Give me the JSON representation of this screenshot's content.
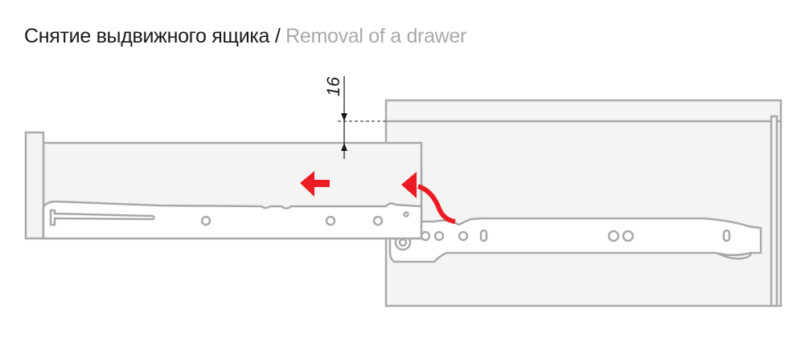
{
  "title": {
    "russian": "Снятие выдвижного ящика",
    "separator": " / ",
    "english": "Removal of a drawer"
  },
  "dimension": {
    "label": "16"
  },
  "colors": {
    "outline": "#a7a9ac",
    "panel_fill": "#f4f4f4",
    "arrow": "#ed1c24",
    "dimension": "#1a1a1a"
  }
}
